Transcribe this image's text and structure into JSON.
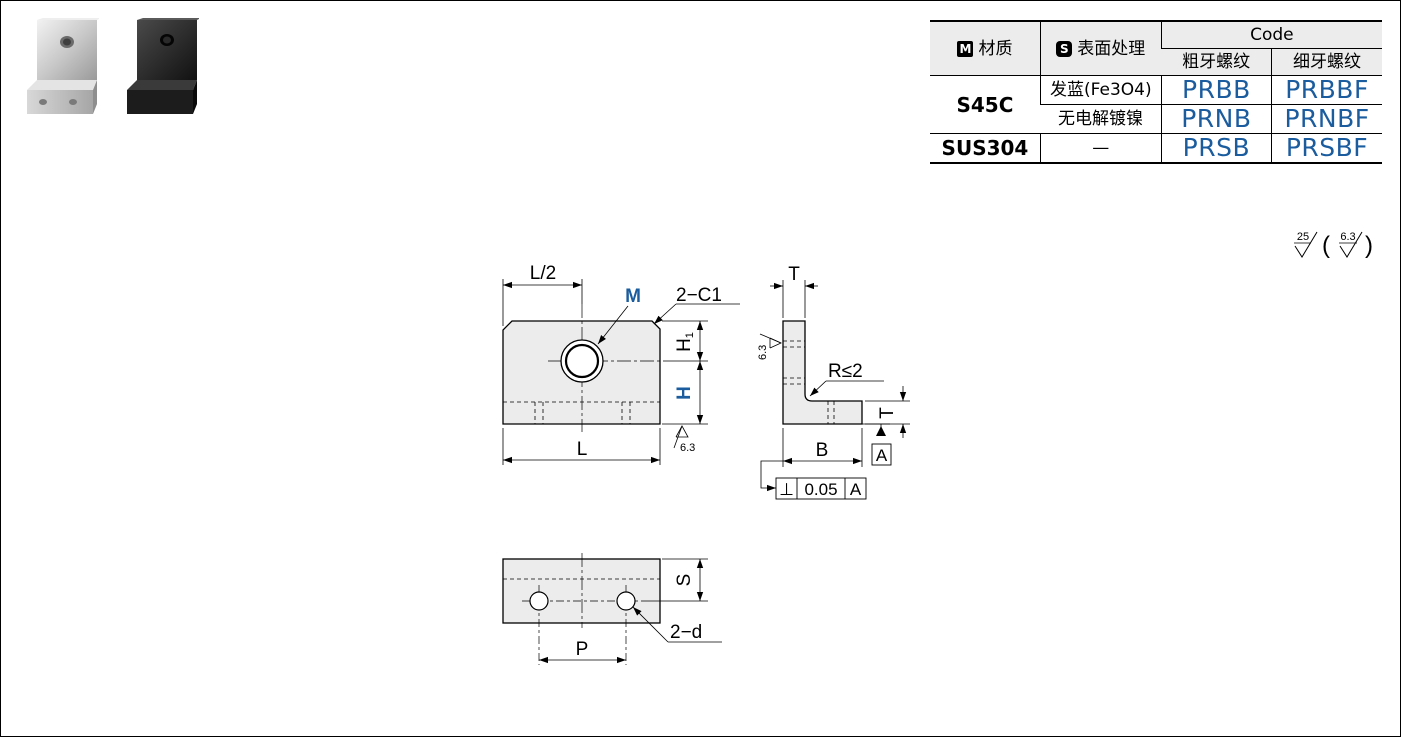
{
  "table": {
    "header": {
      "material_badge": "M",
      "material": "材质",
      "surface_badge": "S",
      "surface": "表面处理",
      "code": "Code",
      "coarse": "粗牙螺纹",
      "fine": "细牙螺纹"
    },
    "rows": [
      {
        "material": "S45C",
        "surface": "发蓝(Fe3O4)",
        "coarse": "PRBB",
        "fine": "PRBBF"
      },
      {
        "material": "",
        "surface": "无电解镀镍",
        "coarse": "PRNB",
        "fine": "PRNBF"
      },
      {
        "material": "SUS304",
        "surface": "—",
        "coarse": "PRSB",
        "fine": "PRSBF"
      }
    ]
  },
  "roughness": {
    "general_value": "25",
    "machined_value": "6.3"
  },
  "drawing": {
    "front": {
      "half_length": "L/2",
      "thread": "M",
      "chamfer": "2−C1",
      "h1_label": "H",
      "h1_sub": "1",
      "h_label": "H",
      "length": "L",
      "roughness": "6.3"
    },
    "side": {
      "thickness_top": "T",
      "radius": "R≤2",
      "thickness_base": "T",
      "datum": "A",
      "base_width": "B",
      "roughness": "6.3",
      "tolerance": {
        "symbol": "⊥",
        "value": "0.05",
        "datum": "A"
      }
    },
    "bottom": {
      "hole_offset": "S",
      "holes": "2−d",
      "pitch": "P"
    }
  },
  "colors": {
    "code_blue": "#1a5c9e",
    "part_fill": "#ffffff",
    "header_gray": "#ececec"
  }
}
